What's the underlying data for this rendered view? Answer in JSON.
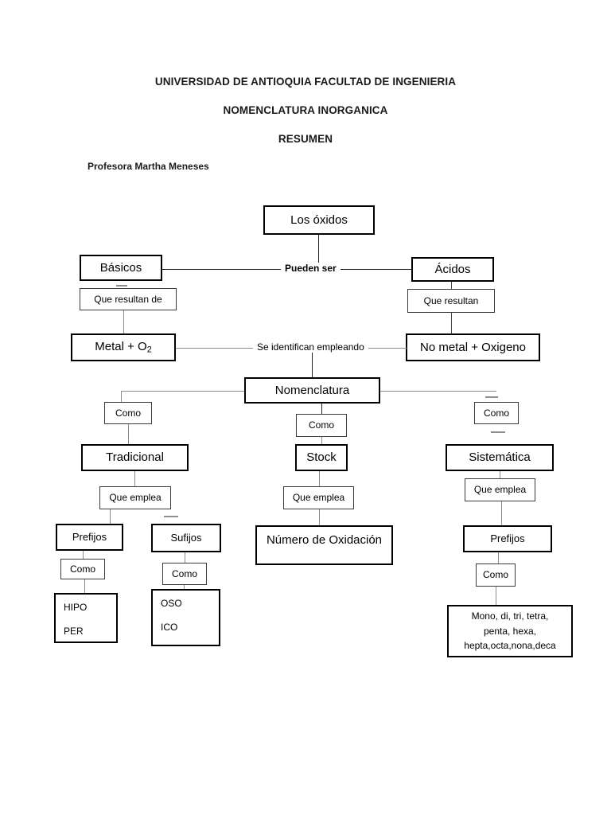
{
  "document": {
    "header_line1": "UNIVERSIDAD DE ANTIOQUIA FACULTAD DE INGENIERIA",
    "header_line2": "NOMENCLATURA INORGANICA",
    "header_line3": "RESUMEN",
    "author": "Profesora Martha Meneses"
  },
  "diagram": {
    "type": "concept-map",
    "root": "Los óxidos",
    "connector_labels": {
      "pueden_ser": "Pueden ser",
      "se_identifican": "Se identifican empleando"
    },
    "nodes": {
      "root": "Los óxidos",
      "basicos": "Básicos",
      "acidos": "Ácidos",
      "que_resultan_de": "Que resultan de",
      "que_resultan": "Que resultan",
      "metal_o2_pre": "Metal + O",
      "metal_o2_sub": "2",
      "no_metal_oxigeno": "No metal + Oxigeno",
      "nomenclatura": "Nomenclatura",
      "como_left": "Como",
      "como_center": "Como",
      "como_right": "Como",
      "tradicional": "Tradicional",
      "stock": "Stock",
      "sistematica": "Sistemática",
      "que_emplea_left": "Que emplea",
      "que_emplea_center": "Que emplea",
      "que_emplea_right": "Que emplea",
      "prefijos_left": "Prefijos",
      "sufijos": "Sufijos",
      "numero_oxidacion": "Número de Oxidación",
      "prefijos_right": "Prefijos",
      "como_prefijos_left": "Como",
      "como_sufijos": "Como",
      "como_prefijos_right": "Como",
      "hipo": "HIPO",
      "per": "PER",
      "oso": "OSO",
      "ico": "ICO",
      "prefijos_lista_l1": "Mono, di, tri, tetra,",
      "prefijos_lista_l2": "penta, hexa,",
      "prefijos_lista_l3": "hepta,octa,nona,deca"
    }
  },
  "colors": {
    "page_background": "#ffffff",
    "text": "#000000",
    "box_border_strong": "#000000",
    "box_border_light": "#3a3a3a",
    "connector": "#444444"
  }
}
